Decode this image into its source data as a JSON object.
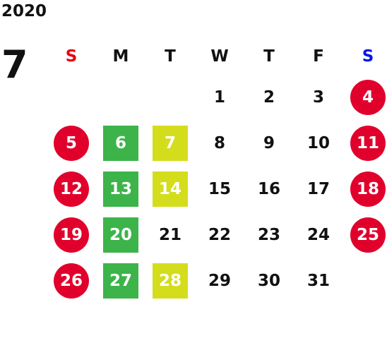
{
  "calendar": {
    "year": "2020",
    "month": "7",
    "weekdays": [
      "S",
      "M",
      "T",
      "W",
      "T",
      "F",
      "S"
    ],
    "colors": {
      "sunday_header": "#e60012",
      "saturday_header": "#0016e6",
      "weekend_circle": "#e0002b",
      "green_square": "#3cb44a",
      "yellow_square": "#d4dd1c"
    },
    "weeks": [
      [
        {
          "day": "",
          "mark": "none"
        },
        {
          "day": "",
          "mark": "none"
        },
        {
          "day": "",
          "mark": "none"
        },
        {
          "day": "1",
          "mark": "none"
        },
        {
          "day": "2",
          "mark": "none"
        },
        {
          "day": "3",
          "mark": "none"
        },
        {
          "day": "4",
          "mark": "red-circle"
        }
      ],
      [
        {
          "day": "5",
          "mark": "red-circle"
        },
        {
          "day": "6",
          "mark": "green-square"
        },
        {
          "day": "7",
          "mark": "yellow-square"
        },
        {
          "day": "8",
          "mark": "none"
        },
        {
          "day": "9",
          "mark": "none"
        },
        {
          "day": "10",
          "mark": "none"
        },
        {
          "day": "11",
          "mark": "red-circle"
        }
      ],
      [
        {
          "day": "12",
          "mark": "red-circle"
        },
        {
          "day": "13",
          "mark": "green-square"
        },
        {
          "day": "14",
          "mark": "yellow-square"
        },
        {
          "day": "15",
          "mark": "none"
        },
        {
          "day": "16",
          "mark": "none"
        },
        {
          "day": "17",
          "mark": "none"
        },
        {
          "day": "18",
          "mark": "red-circle"
        }
      ],
      [
        {
          "day": "19",
          "mark": "red-circle"
        },
        {
          "day": "20",
          "mark": "green-square"
        },
        {
          "day": "21",
          "mark": "none"
        },
        {
          "day": "22",
          "mark": "none"
        },
        {
          "day": "23",
          "mark": "none"
        },
        {
          "day": "24",
          "mark": "none"
        },
        {
          "day": "25",
          "mark": "red-circle"
        }
      ],
      [
        {
          "day": "26",
          "mark": "red-circle"
        },
        {
          "day": "27",
          "mark": "green-square"
        },
        {
          "day": "28",
          "mark": "yellow-square"
        },
        {
          "day": "29",
          "mark": "none"
        },
        {
          "day": "30",
          "mark": "none"
        },
        {
          "day": "31",
          "mark": "none"
        },
        {
          "day": "",
          "mark": "none"
        }
      ]
    ]
  }
}
